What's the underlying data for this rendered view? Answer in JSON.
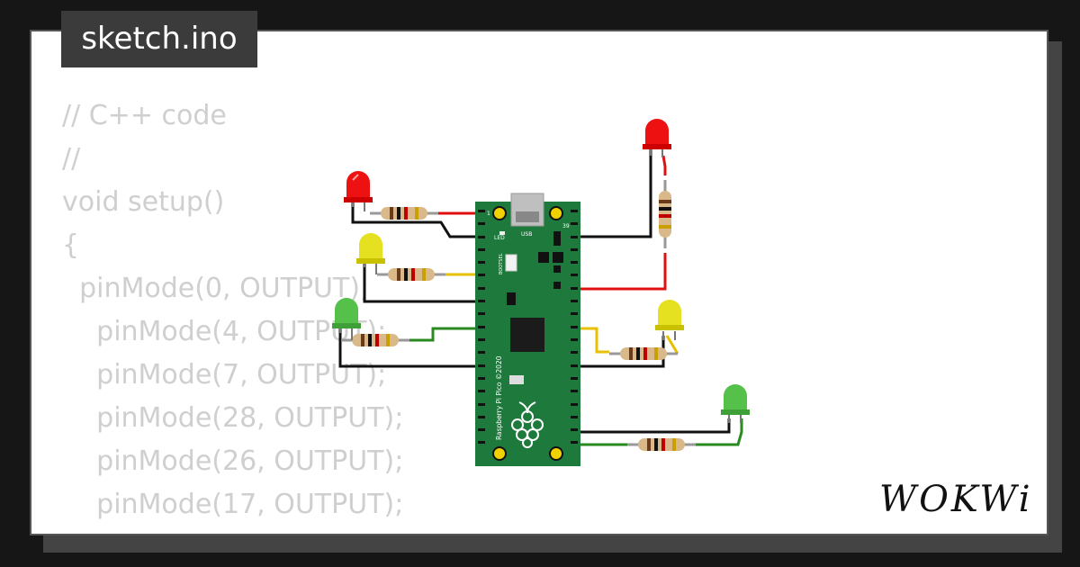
{
  "header": {
    "filename": "sketch.ino"
  },
  "code": {
    "lines": [
      "// C++ code",
      "//",
      "void setup()",
      "{",
      "  pinMode(0, OUTPUT);",
      "    pinMode(4, OUTPUT);",
      "    pinMode(7, OUTPUT);",
      "    pinMode(28, OUTPUT);",
      "    pinMode(26, OUTPUT);",
      "    pinMode(17, OUTPUT);"
    ]
  },
  "board": {
    "name": "Raspberry Pi Pico ©2020",
    "usb_label": "USB",
    "led_label": "LED",
    "bootsel_label": "BOOTSEL",
    "pin_1": "1",
    "pin_39": "39"
  },
  "brand": {
    "name": "WOKWi"
  },
  "colors": {
    "background": "#161616",
    "card": "#ffffff",
    "filename_bg": "#3b3b3b",
    "code_text": "#cfcfcf",
    "board_green": "#1e7a3c",
    "wire_red": "#e01010",
    "wire_green": "#2a8a20",
    "wire_yellow": "#e8c000",
    "wire_black": "#111111"
  },
  "components": {
    "leds": [
      "red",
      "yellow",
      "green",
      "red",
      "yellow",
      "green"
    ],
    "resistor_count": 6
  }
}
